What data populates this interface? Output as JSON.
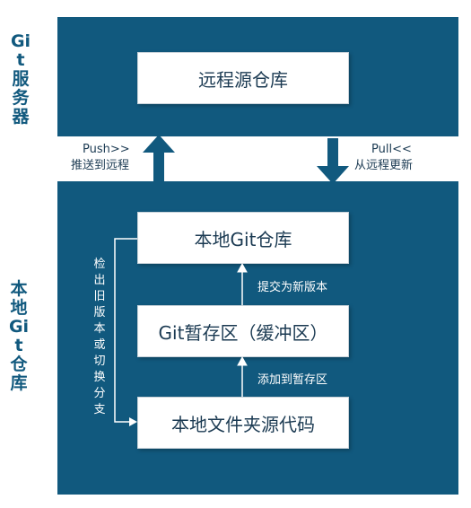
{
  "server": {
    "side_label": "Git服务器",
    "remote_repo": "远程源仓库"
  },
  "sync": {
    "push": {
      "command": "Push>>",
      "description": "推送到远程"
    },
    "pull": {
      "command": "Pull<<",
      "description": "从远程更新"
    }
  },
  "local": {
    "side_label": "本地Git仓库",
    "local_repo": "本地Git仓库",
    "staging": "Git暂存区（缓冲区）",
    "working_dir": "本地文件夹源代码",
    "commit_label": "提交为新版本",
    "add_label": "添加到暂存区",
    "checkout_label": "检出旧版本或切换分支"
  },
  "colors": {
    "panel": "#11597e",
    "box_text": "#1b3a52"
  }
}
